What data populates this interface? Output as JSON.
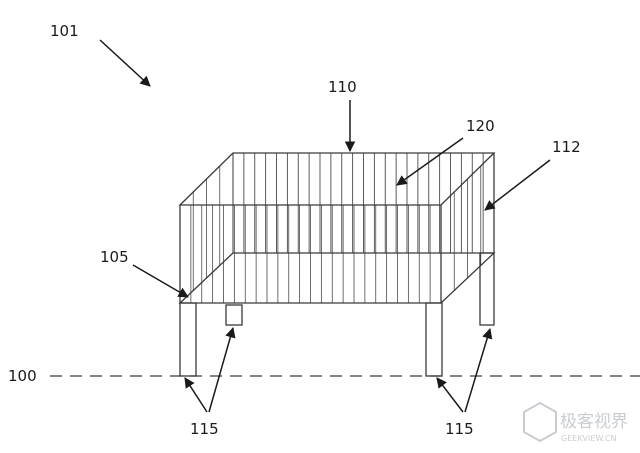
{
  "labels": {
    "assembly": "101",
    "ground": "100",
    "cage": "110",
    "bars": "120",
    "side_panel": "112",
    "frame": "105",
    "legs_left": "115",
    "legs_right": "115"
  },
  "watermark": {
    "cn": "极客视界",
    "en": "GEEKVIEW.CN"
  }
}
